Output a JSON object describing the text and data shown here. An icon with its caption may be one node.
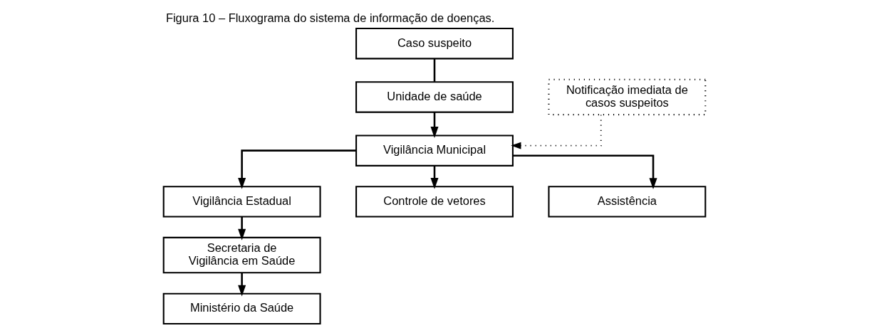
{
  "diagram": {
    "title": "Figura 10 – Fluxograma do sistema de informação de doenças.",
    "nodes": [
      {
        "text": [
          "Caso suspeito"
        ]
      },
      {
        "text": [
          "Unidade de saúde"
        ]
      },
      {
        "text": [
          "Notificação imediata de casos suspeitos"
        ]
      },
      {
        "text": [
          "Vigilância Municipal"
        ]
      },
      {
        "text": [
          "Vigilância Estadual"
        ]
      },
      {
        "text": [
          "Controle de vetores"
        ]
      },
      {
        "text": [
          "Assistência"
        ]
      },
      {
        "text": [
          "Secretaria de Vigilância em Saúde"
        ]
      },
      {
        "text": [
          "Ministério da Saúde"
        ]
      }
    ],
    "edges": [
      {
        "from": 0,
        "to": 1,
        "arrow": "none"
      },
      {
        "from": 1,
        "to": 3,
        "arrow": "to"
      },
      {
        "from": 2,
        "to": 3,
        "arrow": "to",
        "style": "dashed"
      },
      {
        "from": 3,
        "to": 4,
        "arrow": "to"
      },
      {
        "from": 3,
        "to": 5,
        "arrow": "to"
      },
      {
        "from": 3,
        "to": 6,
        "arrow": "to"
      },
      {
        "from": 4,
        "to": 7,
        "arrow": "to"
      },
      {
        "from": 7,
        "to": 8,
        "arrow": "to"
      }
    ]
  }
}
